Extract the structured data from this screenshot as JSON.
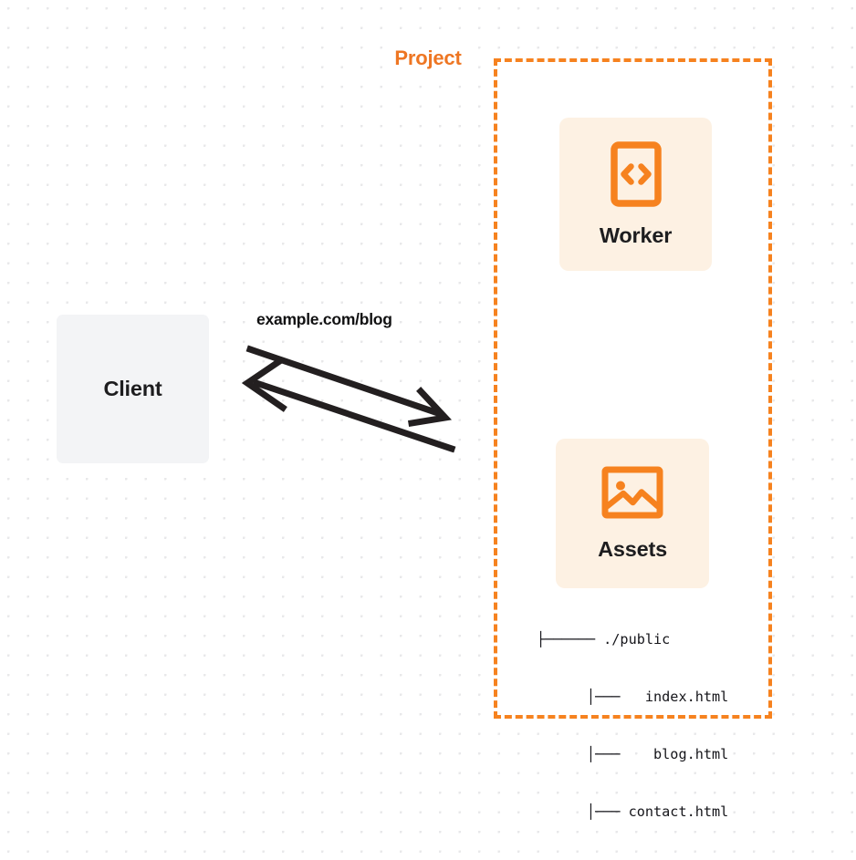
{
  "diagram": {
    "title": "Project",
    "client": {
      "label": "Client"
    },
    "edge": {
      "label": "example.com/blog",
      "direction": "bidirectional"
    },
    "project": {
      "label": "Project",
      "border_color": "#f6821f",
      "nodes": [
        {
          "id": "worker",
          "label": "Worker",
          "icon": "code-brackets-document-icon",
          "icon_color": "#f6821f",
          "background": "#fdf1e3"
        },
        {
          "id": "assets",
          "label": "Assets",
          "icon": "image-picture-icon",
          "icon_color": "#f6821f",
          "background": "#fdf1e3"
        }
      ],
      "file_tree": [
        "├────── ./public",
        "      │───   index.html",
        "      │───    blog.html",
        "      │─── contact.html"
      ]
    },
    "colors": {
      "accent": "#f6821f",
      "accent_text": "#ee7623",
      "card_background": "#fdf1e3",
      "client_background": "#f3f4f6",
      "text": "#1d1d1f",
      "arrow": "#231f20",
      "grid_dot": "#e8e8ea"
    }
  }
}
